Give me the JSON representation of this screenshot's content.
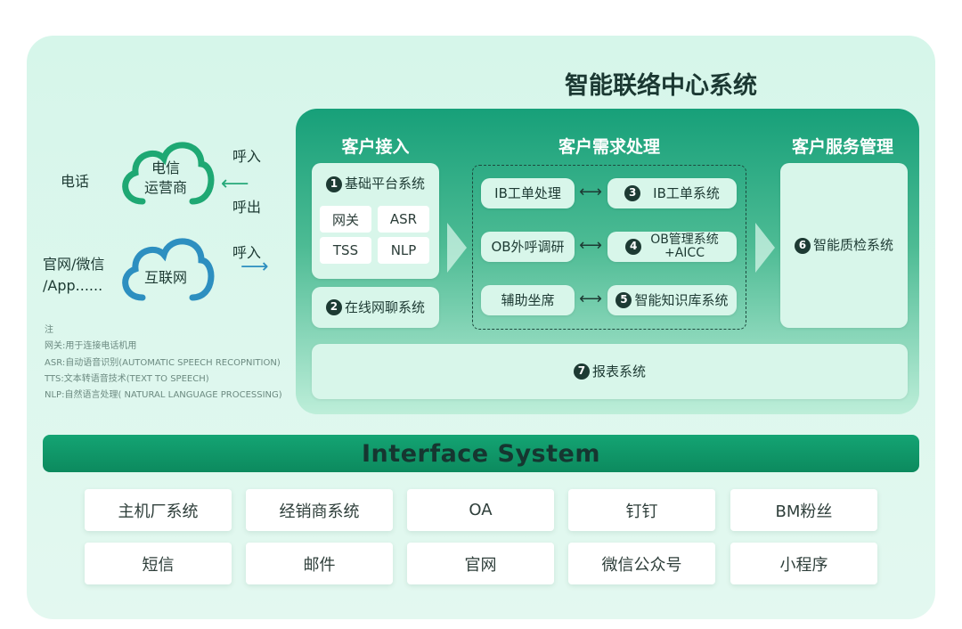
{
  "title": "智能联络中心系统",
  "left": {
    "phone_label": "电话",
    "telecom_cloud": [
      "电信",
      "运营商"
    ],
    "call_in_1": "呼入",
    "call_out": "呼出",
    "web_label": [
      "官网/微信",
      "/App......"
    ],
    "internet_cloud": "互联网",
    "call_in_2": "呼入",
    "notes": [
      "注",
      "网关:用于连接电话机用",
      "ASR:自动语音识别(AUTOMATIC SPEECH RECOPNITION)",
      "TTS:文本转语音技术(TEXT TO SPEECH)",
      "NLP:自然语言处理( NATURAL LANGUAGE PROCESSING)"
    ]
  },
  "sections": {
    "access": "客户接入",
    "demand": "客户需求处理",
    "service": "客户服务管理"
  },
  "access": {
    "base_num": "1",
    "base": "基础平台系统",
    "modules": [
      "网关",
      "ASR",
      "TSS",
      "NLP"
    ],
    "chat_num": "2",
    "chat": "在线网聊系统"
  },
  "demand": {
    "rows": [
      {
        "left": "IB工单处理",
        "num": "3",
        "right": "IB工单系统"
      },
      {
        "left": "OB外呼调研",
        "num": "4",
        "right": "OB管理系统",
        "right2": "+AICC"
      },
      {
        "left": "辅助坐席",
        "num": "5",
        "right": "智能知识库系统"
      }
    ],
    "arrow": "⟷"
  },
  "service": {
    "num": "6",
    "label": "智能质检系统"
  },
  "report": {
    "num": "7",
    "label": "报表系统"
  },
  "interface": {
    "title": "Interface System",
    "items": [
      "主机厂系统",
      "经销商系统",
      "OA",
      "钉钉",
      "BM粉丝",
      "短信",
      "邮件",
      "官网",
      "微信公众号",
      "小程序"
    ]
  }
}
